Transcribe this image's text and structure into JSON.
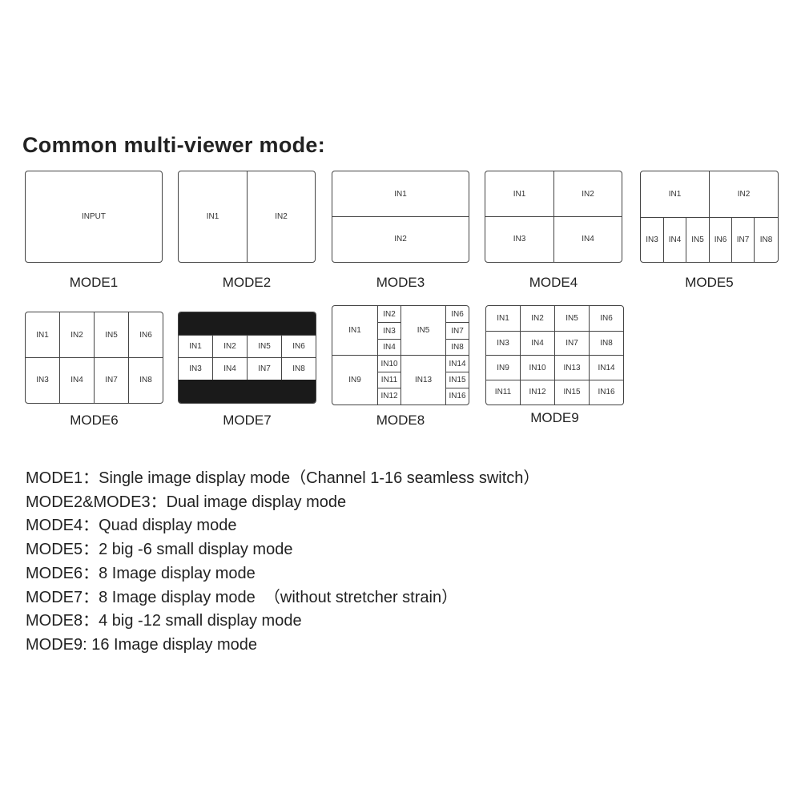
{
  "heading": "Common multi-viewer mode:",
  "modes": [
    {
      "label": "MODE1",
      "cells": [
        "INPUT"
      ]
    },
    {
      "label": "MODE2",
      "cells": [
        "IN1",
        "IN2"
      ]
    },
    {
      "label": "MODE3",
      "cells": [
        "IN1",
        "IN2"
      ]
    },
    {
      "label": "MODE4",
      "cells": [
        "IN1",
        "IN2",
        "IN3",
        "IN4"
      ]
    },
    {
      "label": "MODE5",
      "cells": [
        "IN1",
        "IN2",
        "IN3",
        "IN4",
        "IN5",
        "IN6",
        "IN7",
        "IN8"
      ]
    },
    {
      "label": "MODE6",
      "cells": [
        "IN1",
        "IN2",
        "IN5",
        "IN6",
        "IN3",
        "IN4",
        "IN7",
        "IN8"
      ]
    },
    {
      "label": "MODE7",
      "cells": [
        "IN1",
        "IN2",
        "IN5",
        "IN6",
        "IN3",
        "IN4",
        "IN7",
        "IN8"
      ]
    },
    {
      "label": "MODE8",
      "cells": [
        "IN1",
        "IN2",
        "IN3",
        "IN4",
        "IN5",
        "IN6",
        "IN7",
        "IN8",
        "IN9",
        "IN10",
        "IN11",
        "IN12",
        "IN13",
        "IN14",
        "IN15",
        "IN16"
      ]
    },
    {
      "label": "MODE9",
      "cells": [
        "IN1",
        "IN2",
        "IN5",
        "IN6",
        "IN3",
        "IN4",
        "IN7",
        "IN8",
        "IN9",
        "IN10",
        "IN13",
        "IN14",
        "IN11",
        "IN12",
        "IN15",
        "IN16"
      ]
    }
  ],
  "descriptions": [
    "MODE1：Single image display mode（Channel 1-16 seamless switch）",
    "MODE2&MODE3：Dual image display mode",
    "MODE4：Quad display mode",
    "MODE5：2 big -6 small display mode",
    "MODE6：8 Image display mode",
    "MODE7：8 Image display mode  （without stretcher strain）",
    "MODE8：4 big -12 small display mode",
    "MODE9: 16 Image display mode"
  ],
  "colors": {
    "stroke": "#444444",
    "band": "#1a1a1a",
    "text": "#222222"
  }
}
